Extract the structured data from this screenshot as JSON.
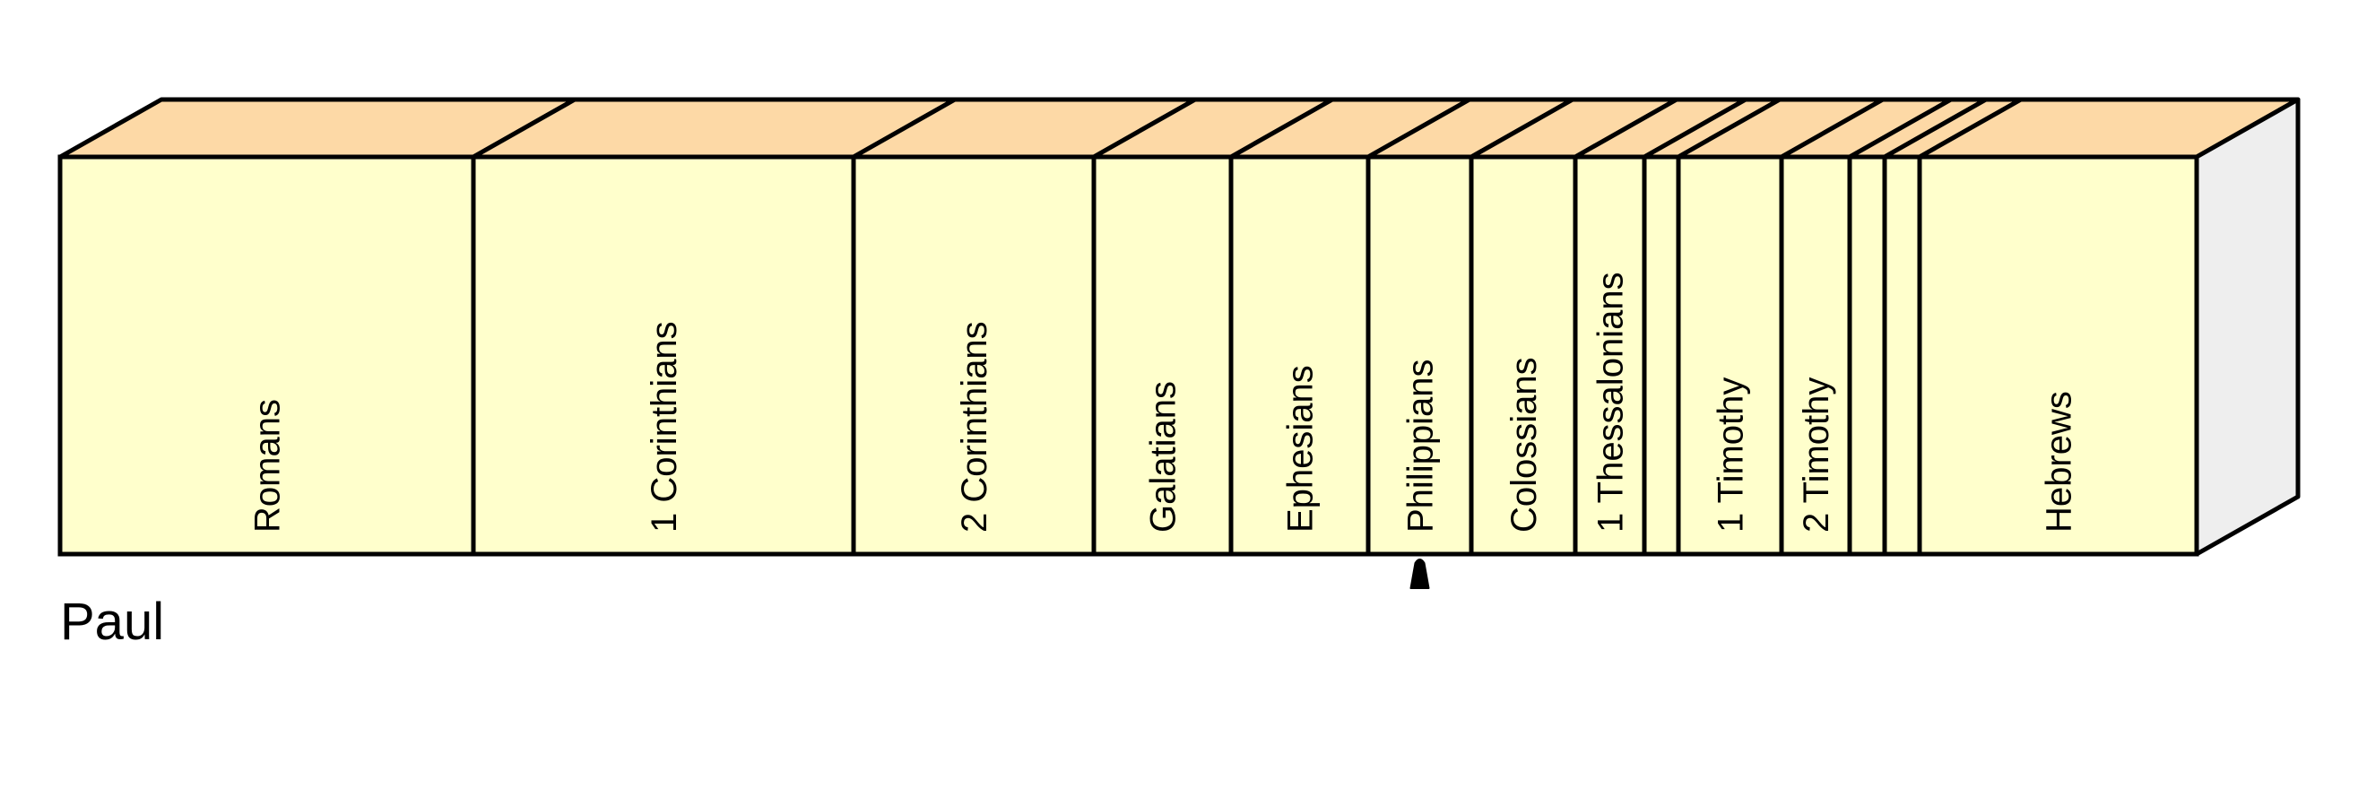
{
  "group": {
    "label": "Paul"
  },
  "colors": {
    "spine_fill": "#ffffcc",
    "top_fill": "#fdd9a6",
    "side_fill": "#eeeeee",
    "stroke": "#000000"
  },
  "marker": {
    "book_index": 5,
    "icon": "triangle-pointer-icon"
  },
  "books": [
    {
      "id": "romans",
      "label": "Romans"
    },
    {
      "id": "1-corinthians",
      "label": "1 Corinthians"
    },
    {
      "id": "2-corinthians",
      "label": "2 Corinthians"
    },
    {
      "id": "galatians",
      "label": "Galatians"
    },
    {
      "id": "ephesians",
      "label": "Ephesians"
    },
    {
      "id": "philippians",
      "label": "Philippians"
    },
    {
      "id": "colossians",
      "label": "Colossians"
    },
    {
      "id": "1-thessalonians",
      "label": "1 Thessalonians"
    },
    {
      "id": "2-thessalonians",
      "label": ""
    },
    {
      "id": "1-timothy",
      "label": "1 Timothy"
    },
    {
      "id": "2-timothy",
      "label": "2 Timothy"
    },
    {
      "id": "titus",
      "label": ""
    },
    {
      "id": "philemon",
      "label": ""
    },
    {
      "id": "hebrews",
      "label": "Hebrews"
    }
  ]
}
